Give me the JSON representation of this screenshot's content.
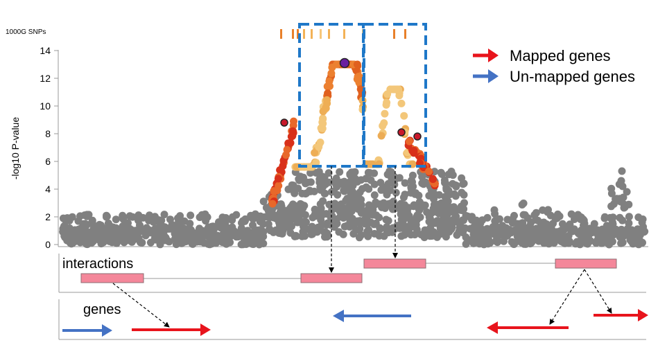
{
  "snp_track_label": "1000G SNPs",
  "y_axis": {
    "label": "-log10 P-value",
    "ticks": [
      "0",
      "2",
      "4",
      "6",
      "8",
      "10",
      "12",
      "14"
    ]
  },
  "legend": {
    "mapped": {
      "label": "Mapped genes",
      "color": "#e8141c"
    },
    "unmapped": {
      "label": "Un-mapped genes",
      "color": "#4472c4"
    }
  },
  "panels": {
    "interactions_label": "interactions",
    "genes_label": "genes"
  },
  "colors": {
    "background_points": "#808080",
    "interaction_box_fill": "#f4879a",
    "interaction_box_stroke": "#8c6c73",
    "highlight_box": "#1f78c8",
    "lead_snp": "#6a1fa0"
  },
  "chart_data": {
    "type": "scatter",
    "ylabel": "-log10 P-value",
    "ylim": [
      0,
      14
    ],
    "series": [
      {
        "name": "",
        "peak_value": 13.1
      }
    ]
  }
}
